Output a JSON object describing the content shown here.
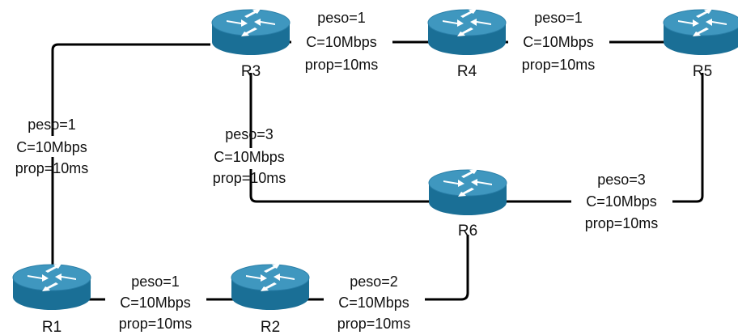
{
  "routers": [
    {
      "id": "r1",
      "name": "R1"
    },
    {
      "id": "r2",
      "name": "R2"
    },
    {
      "id": "r3",
      "name": "R3"
    },
    {
      "id": "r4",
      "name": "R4"
    },
    {
      "id": "r5",
      "name": "R5"
    },
    {
      "id": "r6",
      "name": "R6"
    }
  ],
  "links": [
    {
      "id": "r3-r4",
      "peso": "peso=1",
      "capacity": "C=10Mbps",
      "prop": "prop=10ms"
    },
    {
      "id": "r4-r5",
      "peso": "peso=1",
      "capacity": "C=10Mbps",
      "prop": "prop=10ms"
    },
    {
      "id": "r1-r3",
      "peso": "peso=1",
      "capacity": "C=10Mbps",
      "prop": "prop=10ms"
    },
    {
      "id": "r3-r6",
      "peso": "peso=3",
      "capacity": "C=10Mbps",
      "prop": "prop=10ms"
    },
    {
      "id": "r5-r6",
      "peso": "peso=3",
      "capacity": "C=10Mbps",
      "prop": "prop=10ms"
    },
    {
      "id": "r1-r2",
      "peso": "peso=1",
      "capacity": "C=10Mbps",
      "prop": "prop=10ms"
    },
    {
      "id": "r2-r6",
      "peso": "peso=2",
      "capacity": "C=10Mbps",
      "prop": "prop=10ms"
    }
  ],
  "colors": {
    "router_body": "#1a6f96",
    "router_top": "#3f97bf",
    "link": "#000000"
  }
}
